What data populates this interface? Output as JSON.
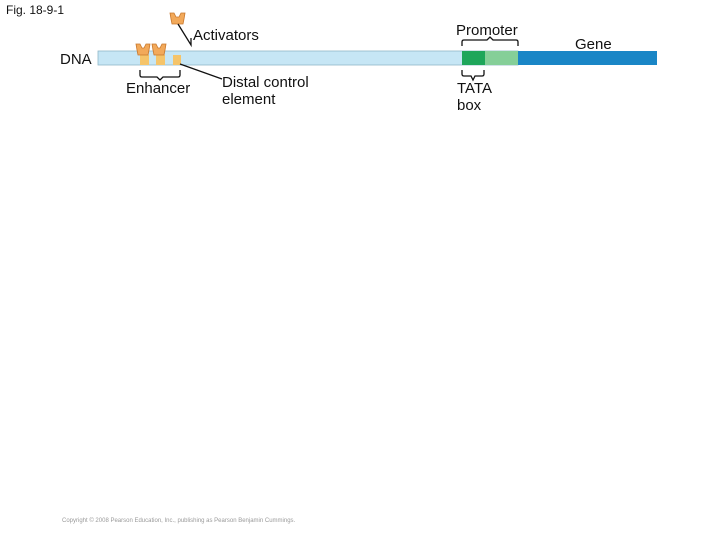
{
  "figure_label": "Fig. 18-9-1",
  "labels": {
    "activators": "Activators",
    "promoter": "Promoter",
    "gene": "Gene",
    "dna": "DNA",
    "enhancer": "Enhancer",
    "distal_control_element": "Distal control element",
    "tata_box": "TATA box"
  },
  "copyright": "Copyright © 2008 Pearson Education, Inc., publishing as Pearson Benjamin Cummings.",
  "colors": {
    "dna_strand": "#c6e6f5",
    "dna_outline": "#8fb7c8",
    "promoter_tata": "#1ea65a",
    "promoter_rest": "#85cf98",
    "gene": "#1a86c6",
    "activator": "#f2a95a",
    "activator_outline": "#c9772c",
    "enhancer_site": "#f5c46a"
  }
}
